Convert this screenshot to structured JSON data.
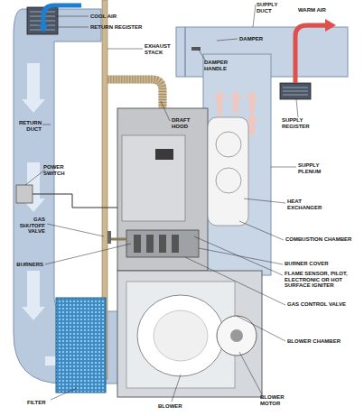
{
  "diagram": {
    "labels": [
      "COOL AIR",
      "RETURN REGISTER",
      "SUPPLY DUCT",
      "WARM AIR",
      "EXHAUST STACK",
      "DAMPER HANDLE",
      "DAMPER",
      "RETURN DUCT",
      "DRAFT HOOD",
      "SUPPLY REGISTER",
      "POWER SWITCH",
      "SUPPLY PLENUM",
      "HEAT EXCHANGER",
      "GAS SHUTOFF VALVE",
      "COMBUSTION CHAMBER",
      "BURNER COVER",
      "BURNERS",
      "FLAME SENSOR, PILOT, ELECTRONIC OR HOT SURFACE IGNITER",
      "GAS CONTROL VALVE",
      "BLOWER CHAMBER",
      "FILTER",
      "BLOWER",
      "BLOWER MOTOR"
    ]
  }
}
